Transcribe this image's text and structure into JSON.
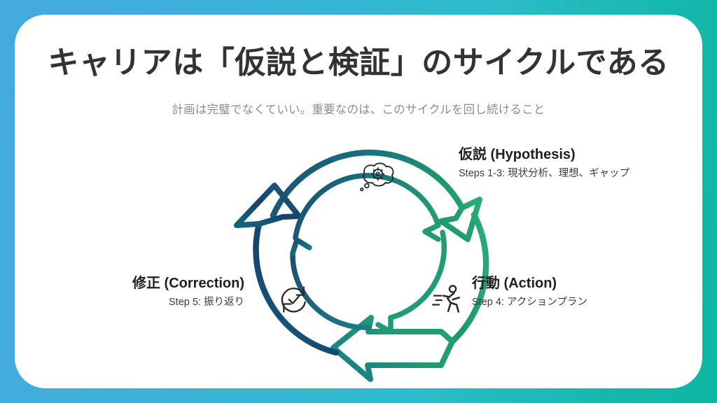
{
  "slide": {
    "title": "キャリアは「仮説と検証」のサイクルである",
    "subtitle": "計画は完璧でなくていい。重要なのは、このサイクルを回し続けること"
  },
  "colors": {
    "background_gradient_start": "#45aade",
    "background_gradient_end": "#0db5a4",
    "card_background": "#ffffff",
    "title_text": "#333333",
    "subtitle_text": "#8b8b8b",
    "stage_title_text": "#1f1f1f",
    "stage_desc_text": "#3b3b3b",
    "arc_green": "#22a06b",
    "arc_teal": "#1b7d84",
    "arc_navy": "#17436b",
    "icon_stroke": "#2b2b2b"
  },
  "cycle": {
    "stages": [
      {
        "id": "hypothesis",
        "title": "仮説 (Hypothesis)",
        "description": "Steps 1-3: 現状分析、理想、ギャップ",
        "icon": "thought-bubble-gear-icon",
        "color": "#22a06b"
      },
      {
        "id": "action",
        "title": "行動 (Action)",
        "description": "Step 4: アクションプラン",
        "icon": "running-person-icon",
        "color": "#22a06b"
      },
      {
        "id": "correction",
        "title": "修正 (Correction)",
        "description": "Step 5: 振り返り",
        "icon": "refresh-check-icon",
        "color": "#17436b"
      }
    ]
  }
}
